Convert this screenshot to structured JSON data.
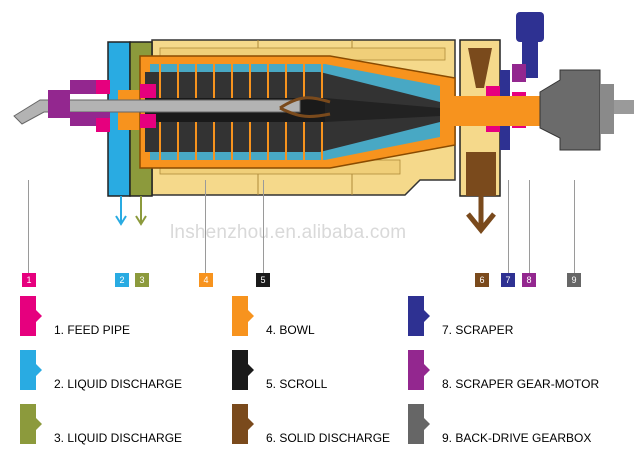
{
  "watermark": "lnshenzhou.en.alibaba.com",
  "numbers": [
    "1",
    "2",
    "3",
    "4",
    "5",
    "6",
    "7",
    "8",
    "9"
  ],
  "legend": [
    {
      "label": "1. FEED PIPE",
      "color": "#e6007e"
    },
    {
      "label": "2.  LIQUID DISCHARGE",
      "color": "#29abe2"
    },
    {
      "label": "3. LIQUID DISCHARGE",
      "color": "#8c9a3c"
    },
    {
      "label": "4. BOWL",
      "color": "#f7931e"
    },
    {
      "label": "5. SCROLL",
      "color": "#1a1a1a"
    },
    {
      "label": "6.  SOLID DISCHARGE",
      "color": "#7a4a1c"
    },
    {
      "label": "7. SCRAPER",
      "color": "#2e3192"
    },
    {
      "label": "8. SCRAPER GEAR-MOTOR",
      "color": "#93278f"
    },
    {
      "label": "9. BACK-DRIVE GEARBOX",
      "color": "#666666"
    }
  ]
}
